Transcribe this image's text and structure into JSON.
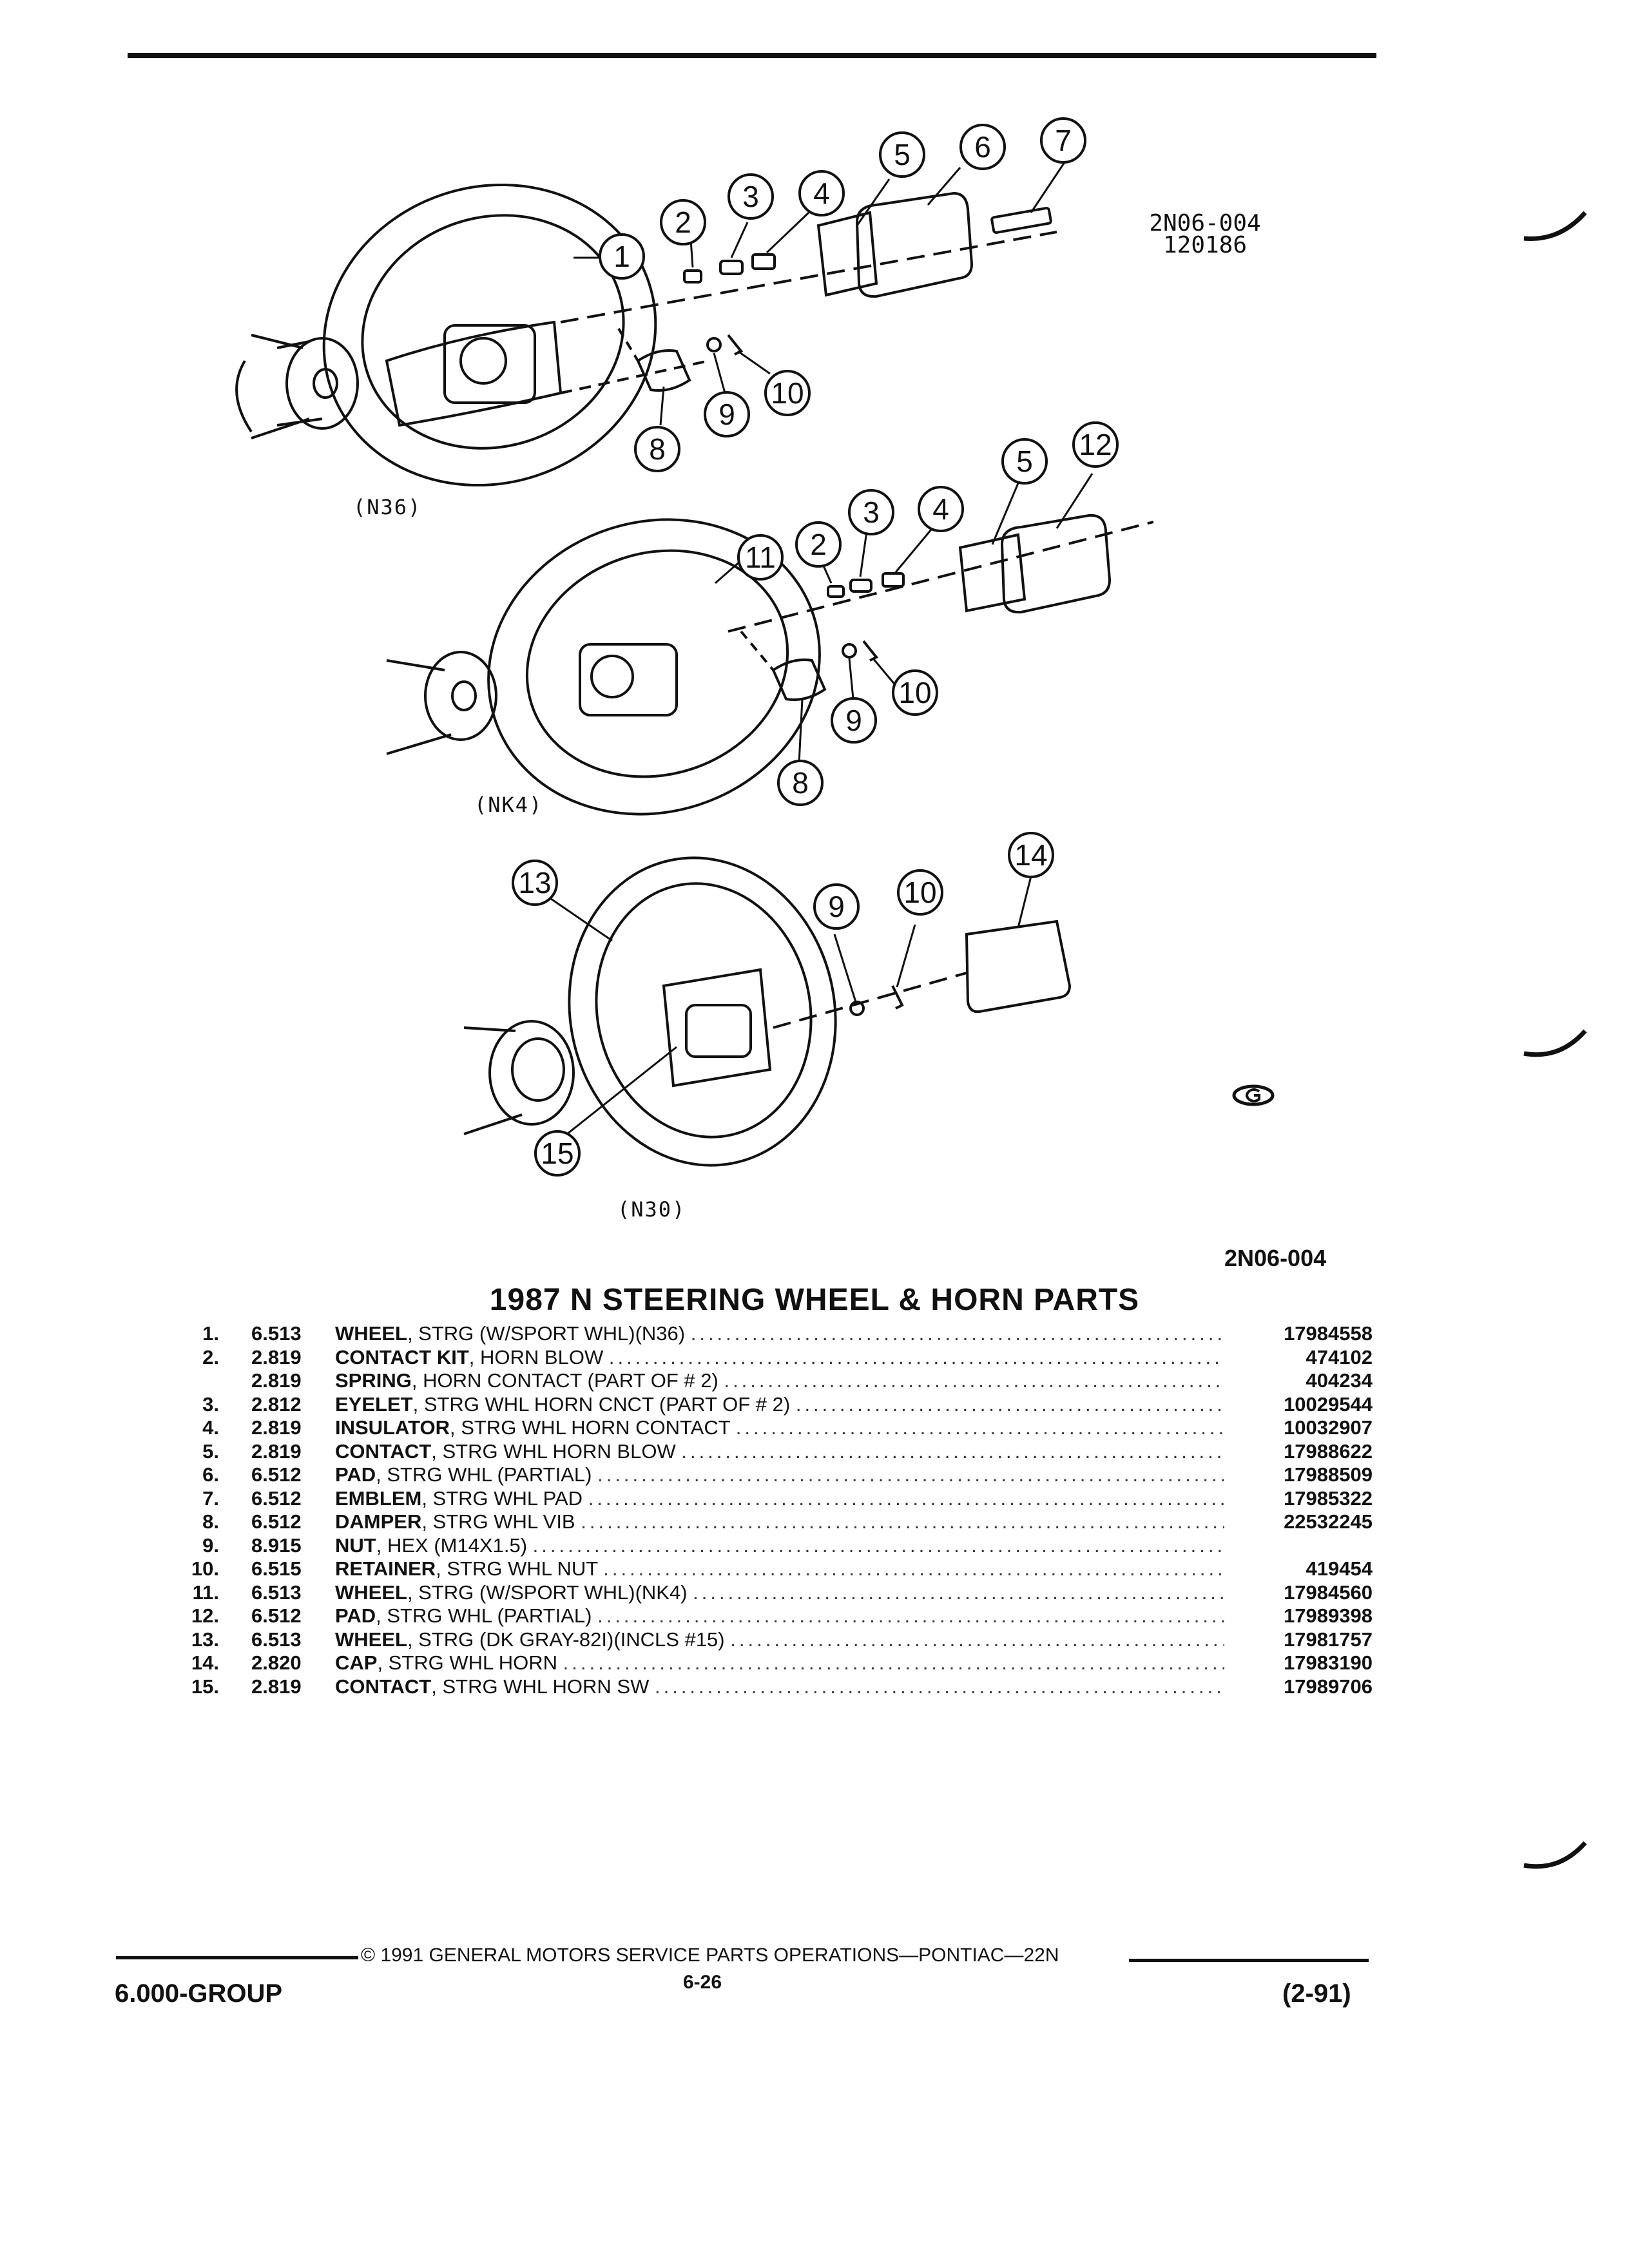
{
  "diagram": {
    "code_top_1": "2N06-004",
    "code_top_2": "120186",
    "view_labels": [
      "(N36)",
      "(NK4)",
      "(N30)"
    ],
    "code_bottom": "2N06-004"
  },
  "title": "1987 N STEERING WHEEL & HORN PARTS",
  "parts": [
    {
      "num": "1.",
      "group": "6.513",
      "name": "WHEEL",
      "desc": ", STRG (W/SPORT WHL)(N36)",
      "part_no": "17984558"
    },
    {
      "num": "2.",
      "group": "2.819",
      "name": "CONTACT KIT",
      "desc": ", HORN BLOW",
      "part_no": "474102"
    },
    {
      "num": "",
      "group": "2.819",
      "name": "SPRING",
      "desc": ", HORN CONTACT (PART OF # 2)",
      "part_no": "404234"
    },
    {
      "num": "3.",
      "group": "2.812",
      "name": "EYELET",
      "desc": ", STRG WHL HORN CNCT (PART OF # 2)",
      "part_no": "10029544"
    },
    {
      "num": "4.",
      "group": "2.819",
      "name": "INSULATOR",
      "desc": ", STRG WHL HORN CONTACT",
      "part_no": "10032907"
    },
    {
      "num": "5.",
      "group": "2.819",
      "name": "CONTACT",
      "desc": ", STRG WHL HORN BLOW",
      "part_no": "17988622"
    },
    {
      "num": "6.",
      "group": "6.512",
      "name": "PAD",
      "desc": ", STRG WHL (PARTIAL)",
      "part_no": "17988509"
    },
    {
      "num": "7.",
      "group": "6.512",
      "name": "EMBLEM",
      "desc": ", STRG WHL PAD",
      "part_no": "17985322"
    },
    {
      "num": "8.",
      "group": "6.512",
      "name": "DAMPER",
      "desc": ", STRG WHL VIB",
      "part_no": "22532245"
    },
    {
      "num": "9.",
      "group": "8.915",
      "name": "NUT",
      "desc": ", HEX (M14X1.5)",
      "part_no": ""
    },
    {
      "num": "10.",
      "group": "6.515",
      "name": "RETAINER",
      "desc": ", STRG WHL NUT",
      "part_no": "419454"
    },
    {
      "num": "11.",
      "group": "6.513",
      "name": "WHEEL",
      "desc": ", STRG (W/SPORT WHL)(NK4)",
      "part_no": "17984560"
    },
    {
      "num": "12.",
      "group": "6.512",
      "name": "PAD",
      "desc": ", STRG WHL (PARTIAL)",
      "part_no": "17989398"
    },
    {
      "num": "13.",
      "group": "6.513",
      "name": "WHEEL",
      "desc": ", STRG (DK GRAY-82I)(INCLS #15)",
      "part_no": "17981757"
    },
    {
      "num": "14.",
      "group": "2.820",
      "name": "CAP",
      "desc": ", STRG WHL HORN",
      "part_no": "17983190"
    },
    {
      "num": "15.",
      "group": "2.819",
      "name": "CONTACT",
      "desc": ", STRG WHL HORN SW",
      "part_no": "17989706"
    }
  ],
  "footer": {
    "group": "6.000-GROUP",
    "copyright": "© 1991 GENERAL MOTORS SERVICE PARTS OPERATIONS—PONTIAC—22N",
    "page": "6-26",
    "date": "(2-91)"
  }
}
